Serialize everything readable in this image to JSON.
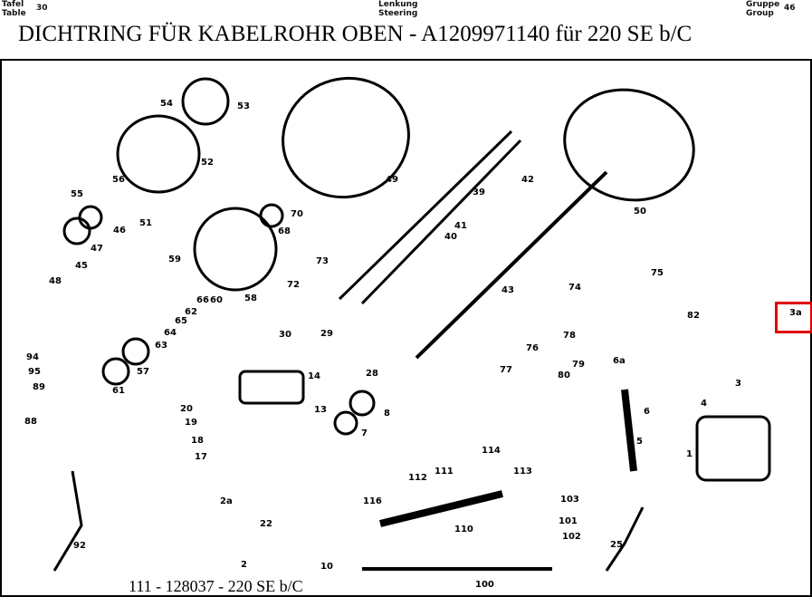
{
  "header": {
    "tafel_label": "Tafel",
    "table_label": "Table",
    "table_number": "30",
    "lenkung_label": "Lenkung",
    "steering_label": "Steering",
    "gruppe_label": "Gruppe",
    "group_label": "Group",
    "group_number": "46",
    "title": "DICHTRING FÜR KABELROHR OBEN - A1209971140 für 220 SE b/C"
  },
  "footer": {
    "text": "111 - 128037 - 220 SE b/C"
  },
  "highlight": {
    "part": "3a",
    "color": "#e00000"
  },
  "parts": [
    "54",
    "53",
    "52",
    "56",
    "55",
    "51",
    "46",
    "47",
    "45",
    "48",
    "49",
    "39",
    "42",
    "41",
    "40",
    "50",
    "70",
    "68",
    "59",
    "58",
    "73",
    "72",
    "66",
    "60",
    "62",
    "65",
    "64",
    "63",
    "57",
    "61",
    "30",
    "29",
    "43",
    "74",
    "75",
    "82",
    "3a",
    "76",
    "78",
    "79",
    "77",
    "80",
    "6a",
    "3",
    "4",
    "6",
    "5",
    "1",
    "28",
    "14",
    "13",
    "8",
    "7",
    "20",
    "19",
    "18",
    "17",
    "94",
    "95",
    "89",
    "88",
    "114",
    "113",
    "112",
    "111",
    "116",
    "103",
    "101",
    "102",
    "110",
    "2a",
    "22",
    "2",
    "10",
    "92",
    "25",
    "100"
  ]
}
